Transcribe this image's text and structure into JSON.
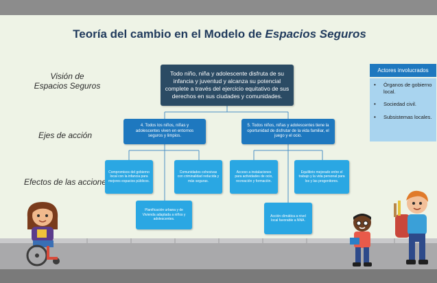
{
  "title": {
    "main": "Teoría del cambio en el Modelo de ",
    "italic": "Espacios Seguros"
  },
  "row_labels": {
    "vision": "Visión de Espacios Seguros",
    "axes": "Ejes de acción",
    "effects": "Efectos de las acciones"
  },
  "vision_text": "Todo niño, niña y adolescente disfruta de su infancia y juventud y alcanza su potencial complete a través del ejercicio equitativo de sus derechos en sus ciudades y comunidades.",
  "axes": [
    "4. Todos los niños, niñas y adolescentes viven en entornos seguros y limpios.",
    "5. Todos niños, niñas y adolescentes tiene la oportunidad de disfrutar de la vida familiar, el juego y el ocio."
  ],
  "effects": [
    "Compromisos del gobierno local con la infancia para mejores espacios públicos.",
    "Comunidades cohesivas con criminalidad reducida y más seguras.",
    "Planificación urbana y de Vivienda adaptada a niños y adolescentes.",
    "Acceso a instalaciones para actividades de ocio, recreación y formación.",
    "Equilibrio mejorado entre el trabajo y la vida personal para los y las progenitores.",
    "Acción climática a nivel local favorable a NNA."
  ],
  "actors": {
    "header": "Actores involucrados",
    "items": [
      "Órganos de gobierno local.",
      "Sociedad civil.",
      "Subsistemas locales."
    ]
  },
  "colors": {
    "vision_box": "#2b4b64",
    "axis_box": "#1e78bf",
    "effect_box": "#2aa7e3",
    "title": "#203a5c",
    "background": "#eef3e6"
  }
}
